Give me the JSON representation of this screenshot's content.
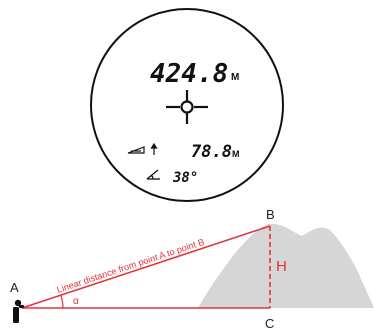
{
  "display": {
    "distance": "424.8",
    "distance_unit": "M",
    "height_icon": "height-icon",
    "height": "78.8",
    "height_unit": "M",
    "angle_icon": "angle-icon",
    "angle": "38°"
  },
  "diagram": {
    "point_a": "A",
    "point_b": "B",
    "point_c": "C",
    "height_label": "H",
    "angle_label": "α",
    "line_label": "Linear distance from point A to point B",
    "accent_color": "#e3343a",
    "mountain_color": "#d6d6d6"
  }
}
